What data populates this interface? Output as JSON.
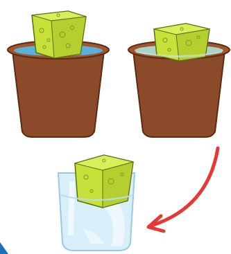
{
  "illustration": {
    "subjects": [
      "sponge-in-water-pot",
      "sponge-soaked-pot",
      "sponge-in-glass"
    ],
    "colors": {
      "pot_body": "#8B4A2A",
      "pot_rim": "#A0552D",
      "pot_outline": "#5a2a12",
      "water": "#5BB0D8",
      "water_light": "#A9D3C8",
      "sponge": "#C8E03A",
      "sponge_dark": "#9CB82A",
      "glass": "#D8EEF8",
      "glass_outline": "#9CC9E2",
      "arrow": "#E53935",
      "corner_accent": "#1E6FB8"
    }
  }
}
